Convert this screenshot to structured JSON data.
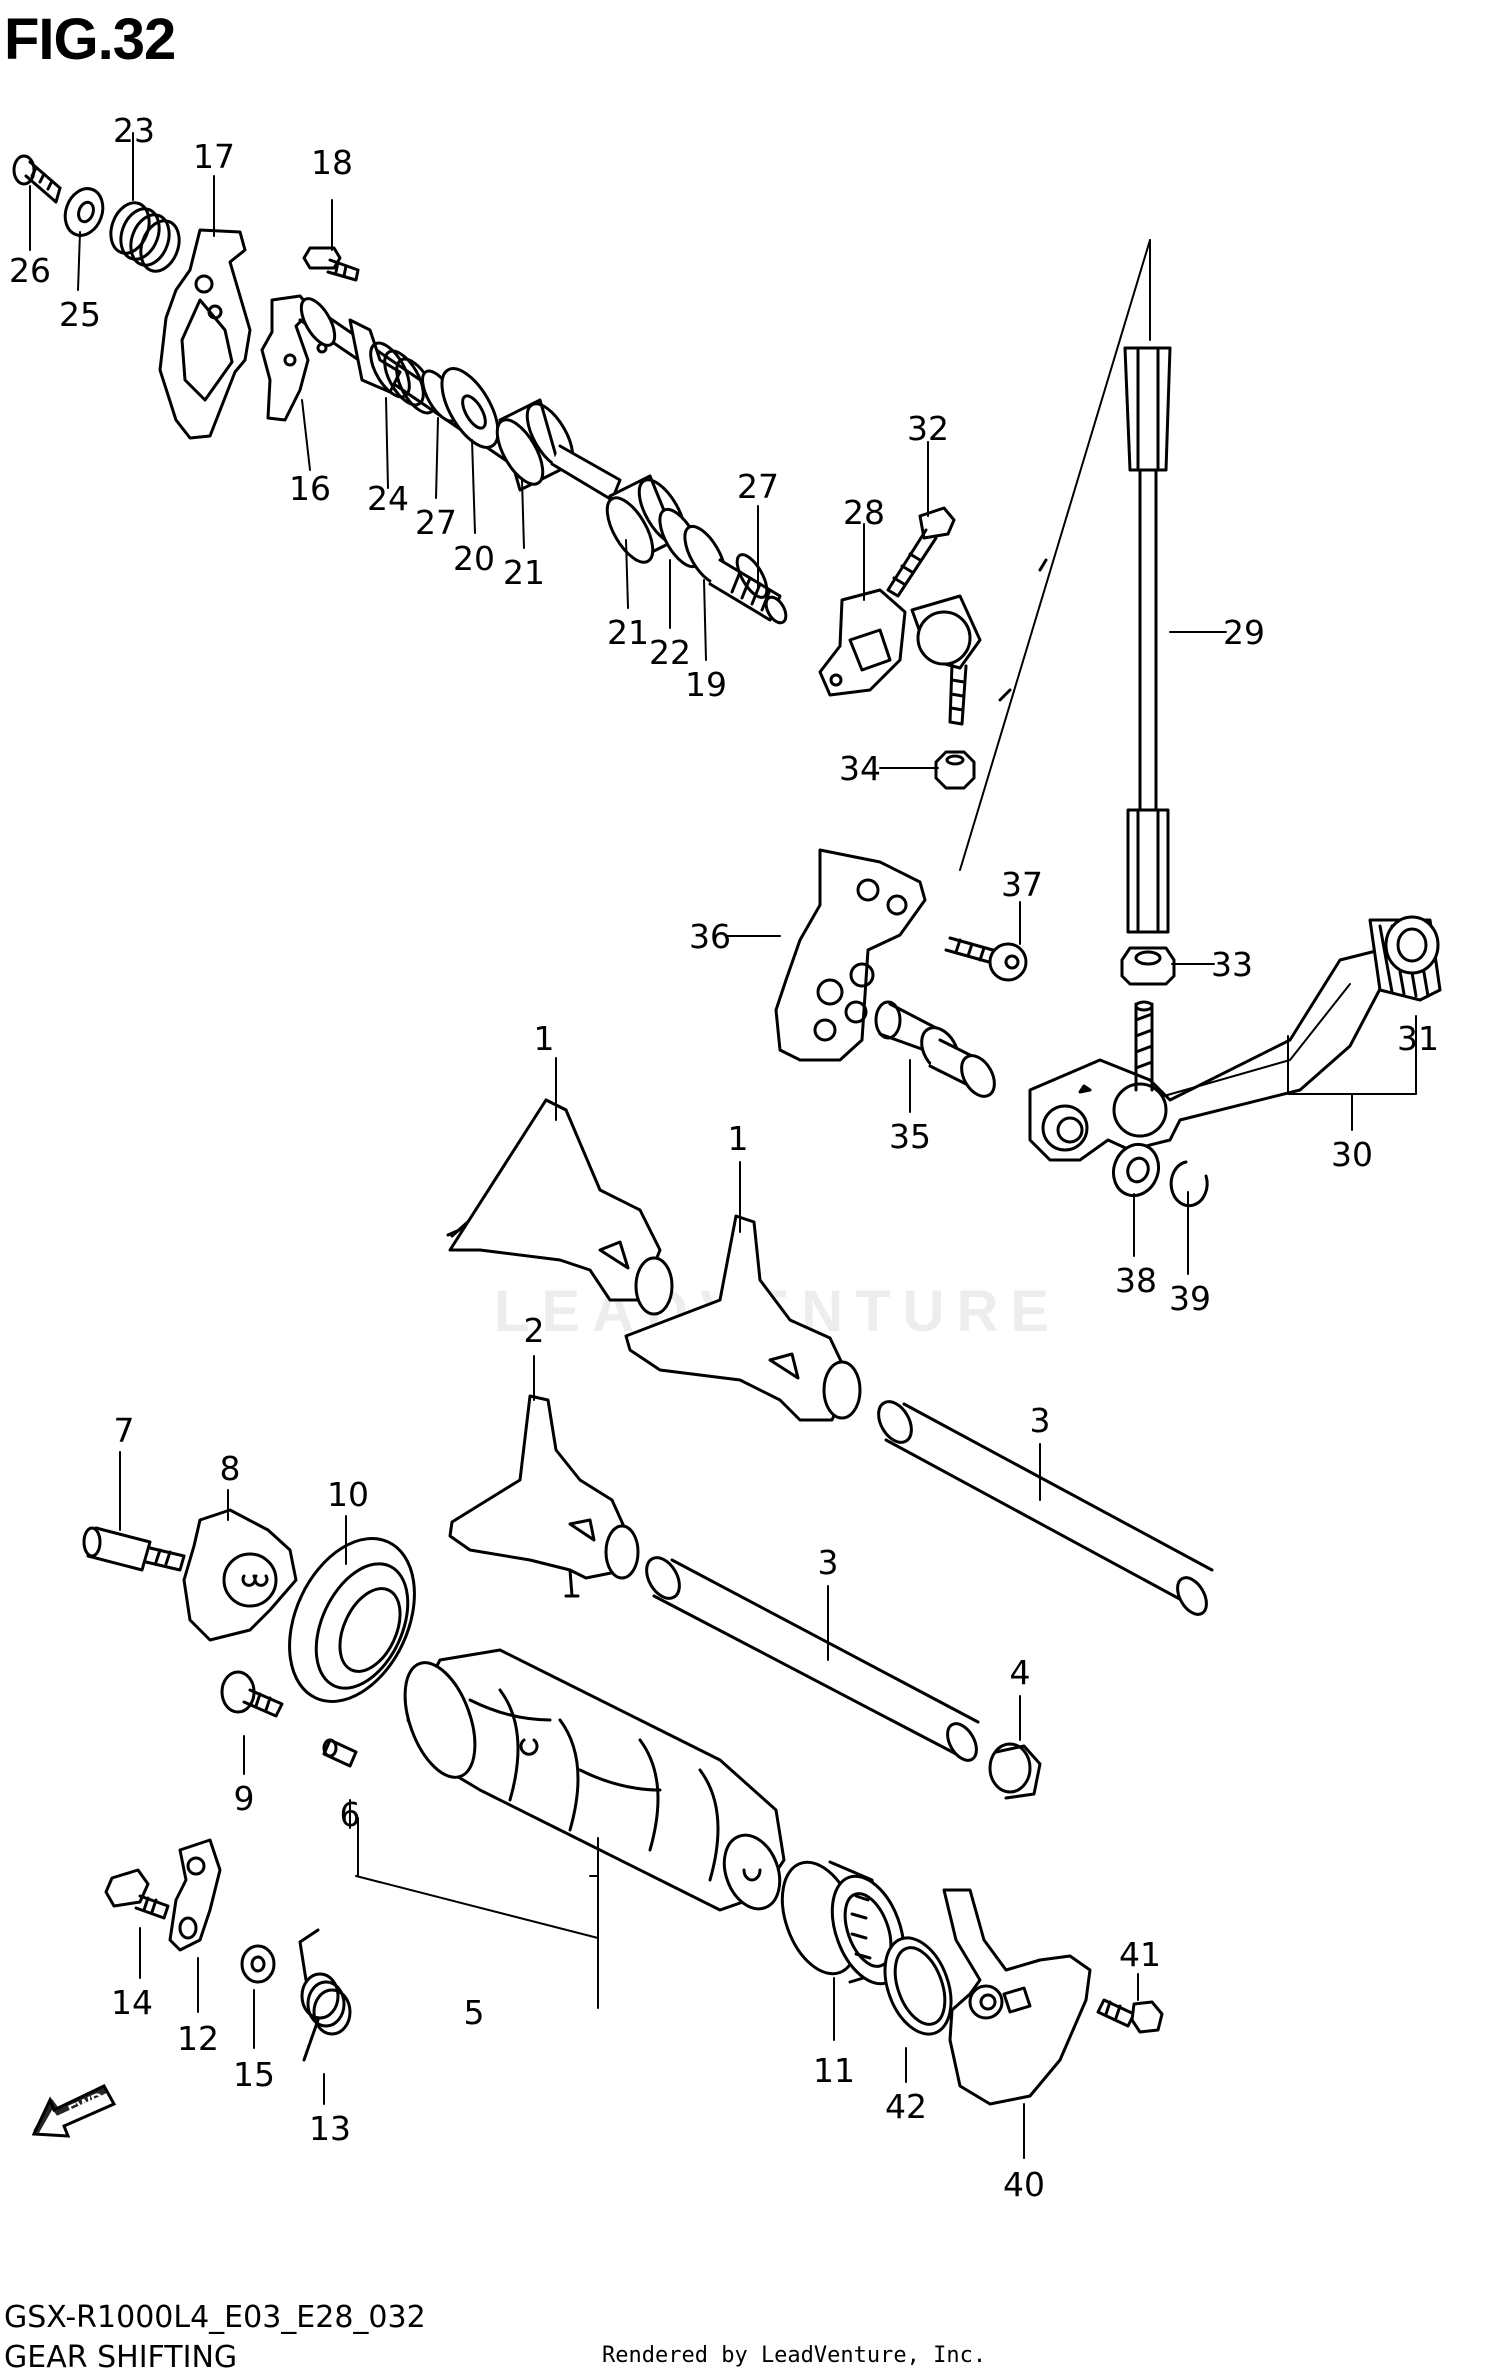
{
  "figure": {
    "title": "FIG.32"
  },
  "footer": {
    "model_code": "GSX-R1000L4_E03_E28_032",
    "section": "GEAR SHIFTING",
    "credit": "Rendered by LeadVenture, Inc."
  },
  "watermark": "LEADVENTURE",
  "fwd_label": "FWD",
  "callouts": [
    {
      "id": "c1a",
      "label": "1"
    },
    {
      "id": "c1b",
      "label": "1"
    },
    {
      "id": "c2",
      "label": "2"
    },
    {
      "id": "c3a",
      "label": "3"
    },
    {
      "id": "c3b",
      "label": "3"
    },
    {
      "id": "c4",
      "label": "4"
    },
    {
      "id": "c5",
      "label": "5"
    },
    {
      "id": "c6",
      "label": "6"
    },
    {
      "id": "c7",
      "label": "7"
    },
    {
      "id": "c8",
      "label": "8"
    },
    {
      "id": "c9",
      "label": "9"
    },
    {
      "id": "c10",
      "label": "10"
    },
    {
      "id": "c11",
      "label": "11"
    },
    {
      "id": "c12",
      "label": "12"
    },
    {
      "id": "c13",
      "label": "13"
    },
    {
      "id": "c14",
      "label": "14"
    },
    {
      "id": "c15",
      "label": "15"
    },
    {
      "id": "c16",
      "label": "16"
    },
    {
      "id": "c17",
      "label": "17"
    },
    {
      "id": "c18",
      "label": "18"
    },
    {
      "id": "c19",
      "label": "19"
    },
    {
      "id": "c20",
      "label": "20"
    },
    {
      "id": "c21a",
      "label": "21"
    },
    {
      "id": "c21b",
      "label": "21"
    },
    {
      "id": "c22",
      "label": "22"
    },
    {
      "id": "c23",
      "label": "23"
    },
    {
      "id": "c24",
      "label": "24"
    },
    {
      "id": "c25",
      "label": "25"
    },
    {
      "id": "c26",
      "label": "26"
    },
    {
      "id": "c27a",
      "label": "27"
    },
    {
      "id": "c27b",
      "label": "27"
    },
    {
      "id": "c28",
      "label": "28"
    },
    {
      "id": "c29",
      "label": "29"
    },
    {
      "id": "c30",
      "label": "30"
    },
    {
      "id": "c31",
      "label": "31"
    },
    {
      "id": "c32",
      "label": "32"
    },
    {
      "id": "c33",
      "label": "33"
    },
    {
      "id": "c34",
      "label": "34"
    },
    {
      "id": "c35",
      "label": "35"
    },
    {
      "id": "c36",
      "label": "36"
    },
    {
      "id": "c37",
      "label": "37"
    },
    {
      "id": "c38",
      "label": "38"
    },
    {
      "id": "c39",
      "label": "39"
    },
    {
      "id": "c40",
      "label": "40"
    },
    {
      "id": "c41",
      "label": "41"
    },
    {
      "id": "c42",
      "label": "42"
    }
  ]
}
